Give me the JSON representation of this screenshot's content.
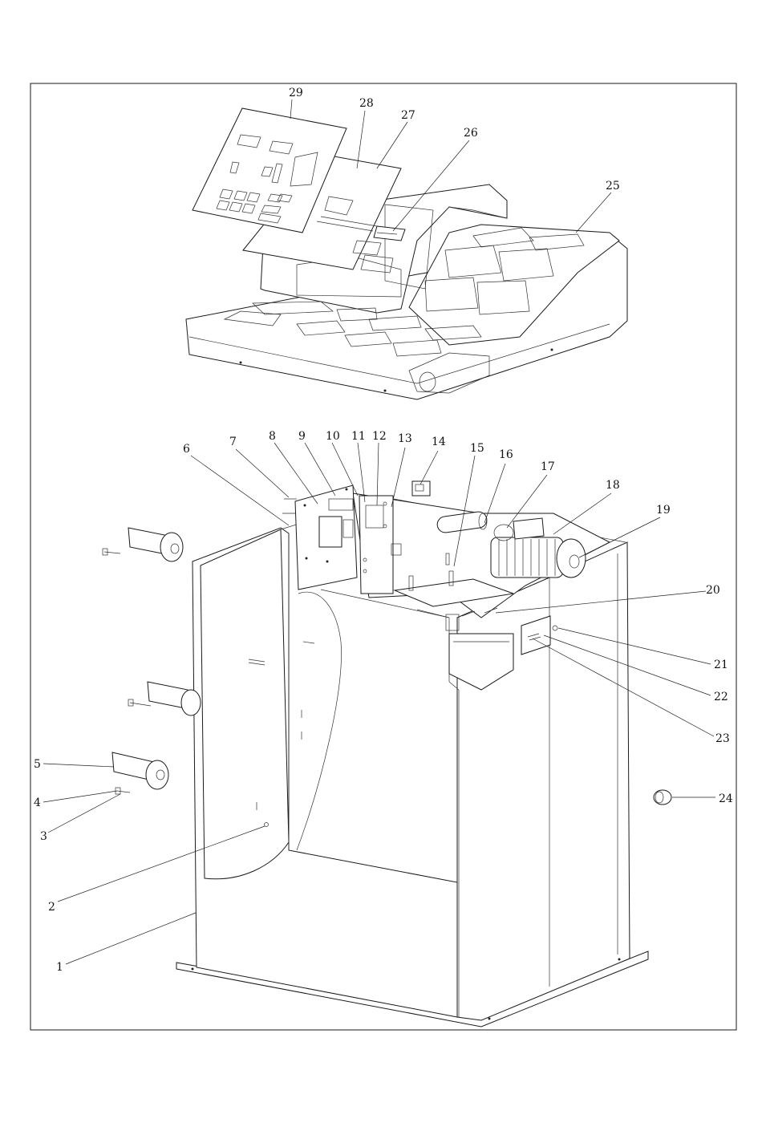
{
  "callouts": [
    {
      "num": "1",
      "pos": "label-1"
    },
    {
      "num": "2",
      "pos": "label-2"
    },
    {
      "num": "3",
      "pos": "label-3"
    },
    {
      "num": "4",
      "pos": "label-4"
    },
    {
      "num": "5",
      "pos": "label-5"
    },
    {
      "num": "6",
      "pos": "label-6"
    },
    {
      "num": "7",
      "pos": "label-7"
    },
    {
      "num": "8",
      "pos": "label-8"
    },
    {
      "num": "9",
      "pos": "label-9"
    },
    {
      "num": "10",
      "pos": "label-10"
    },
    {
      "num": "11",
      "pos": "label-11"
    },
    {
      "num": "12",
      "pos": "label-12"
    },
    {
      "num": "13",
      "pos": "label-13"
    },
    {
      "num": "14",
      "pos": "label-14"
    },
    {
      "num": "15",
      "pos": "label-15"
    },
    {
      "num": "16",
      "pos": "label-16"
    },
    {
      "num": "17",
      "pos": "label-17"
    },
    {
      "num": "18",
      "pos": "label-18"
    },
    {
      "num": "19",
      "pos": "label-19"
    },
    {
      "num": "20",
      "pos": "label-20"
    },
    {
      "num": "21",
      "pos": "label-21"
    },
    {
      "num": "22",
      "pos": "label-22"
    },
    {
      "num": "23",
      "pos": "label-23"
    },
    {
      "num": "24",
      "pos": "label-24"
    },
    {
      "num": "25",
      "pos": "label-25"
    },
    {
      "num": "26",
      "pos": "label-26"
    },
    {
      "num": "27",
      "pos": "label-27"
    },
    {
      "num": "28",
      "pos": "label-28"
    },
    {
      "num": "29",
      "pos": "label-29"
    }
  ],
  "colors": {
    "line": "#1a1a1a",
    "background": "#ffffff"
  }
}
